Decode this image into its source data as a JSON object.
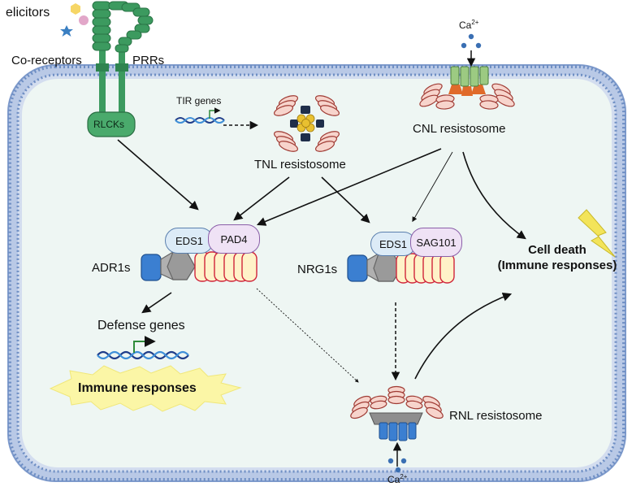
{
  "labels": {
    "elicitors": "elicitors",
    "co_receptors": "Co-receptors",
    "prrs": "PRRs",
    "rlcks": "RLCKs",
    "tir_genes": "TIR genes",
    "tnl_resistosome": "TNL resistosome",
    "cnl_resistosome": "CNL resistosome",
    "ca_top": "Ca",
    "ca_bottom": "Ca",
    "ca_superscript": "2+",
    "eds1_left": "EDS1",
    "pad4": "PAD4",
    "adr1s": "ADR1s",
    "eds1_right": "EDS1",
    "sag101": "SAG101",
    "nrg1s": "NRG1s",
    "cell_death_line1": "Cell death",
    "cell_death_line2": "(Immune responses)",
    "defense_genes": "Defense genes",
    "immune_responses": "Immune responses",
    "rnl_resistosome": "RNL resistosome"
  },
  "colors": {
    "membrane": "#8aa6d0",
    "cytoplasm": "#eef6f3",
    "receptor_green": "#3c9a5f",
    "rlck_fill": "#4aaa6c",
    "eds1_fill": "#dcebf7",
    "pad4_fill": "#efe2f5",
    "cc_blue": "#3b7fd1",
    "nbd_grey": "#a9a9a9",
    "lrr_fill": "#fff2c8",
    "lrr_stroke": "#d0243a",
    "ca_dot": "#3a6fb3",
    "lightning": "#f3e45a",
    "burst": "#fbf6a6",
    "arrow": "#111111"
  },
  "icons": [
    "hexagon-elicitor-icon",
    "circle-elicitor-icon",
    "star-elicitor-icon",
    "lightning-icon",
    "dna-icon",
    "promoter-arrow-icon"
  ]
}
